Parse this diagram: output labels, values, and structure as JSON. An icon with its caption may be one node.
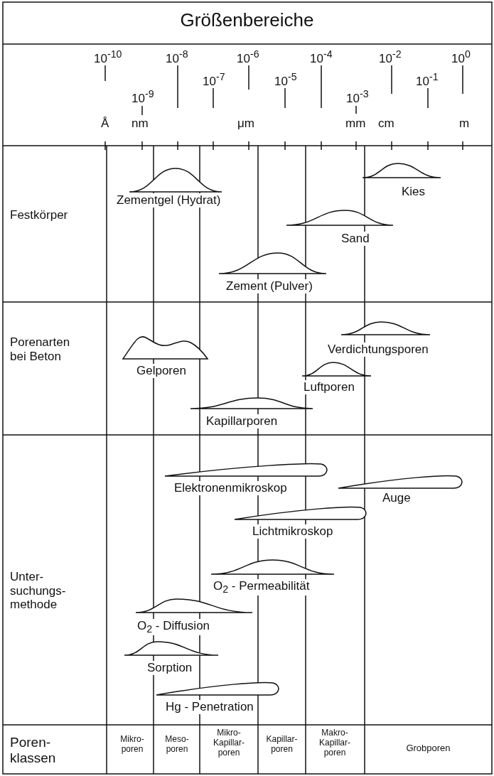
{
  "diagram": {
    "title": "Größenbereiche",
    "labels": [
      "10$^{-10}$",
      "10$^{-8}$",
      "10$^{-6}$",
      "10$^{-4}$",
      "10$^{-2}$",
      "10$^{0}$",
      "10$^{-9}$",
      "10$^{-7}$",
      "10$^{-5}$",
      "10$^{-3}$",
      "10$^{-1}$",
      "Å",
      "nm",
      "μm",
      "mm",
      "cm",
      "m",
      "Zementgel (Hydrat)",
      "Kies",
      "Festkörper",
      "Sand",
      "Zement (Pulver)",
      "Verdichtungsporen",
      "Porenarten bei Beton",
      "Gelporen",
      "Luftporen",
      "Kapillarporen",
      "Elektronenmikroskop",
      "Auge",
      "Lichtmikroskop",
      "Unter- suchungs- methode",
      "O$_{2}$ - Permeabilität",
      "O$_{2}$ - Diffusion",
      "Sorption",
      "Hg - Penetration",
      "Poren- klassen",
      "Mikro- poren",
      "Meso- poren",
      "Mikro- Kapillar- poren",
      "Kapillar- poren",
      "Makro- Kapillar- poren",
      "Grobporen"
    ]
  }
}
